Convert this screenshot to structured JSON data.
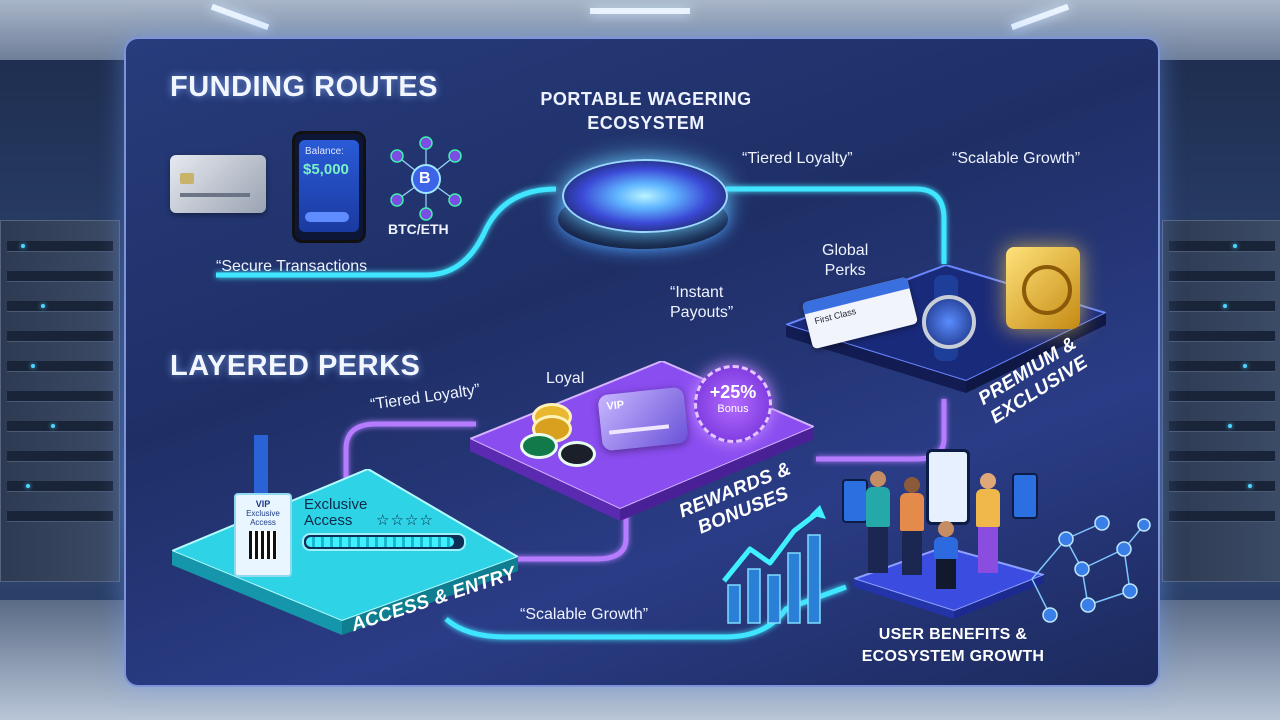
{
  "sections": {
    "funding_title": "FUNDING ROUTES",
    "layered_title": "LAYERED PERKS",
    "core_title_line1": "PORTABLE WAGERING",
    "core_title_line2": "ECOSYSTEM"
  },
  "funding": {
    "phone_balance_label": "Balance:",
    "phone_balance_value": "$5,000",
    "crypto_label": "BTC/ETH",
    "crypto_symbol": "B"
  },
  "quotes": {
    "tiered_loyalty_top": "“Tiered Loyalty”",
    "scalable_growth_top": "“Scalable Growth”",
    "secure_transactions": "“Secure Transactions",
    "instant_payouts_line1": "“Instant",
    "instant_payouts_line2": "Payouts”",
    "tiered_loyalty_mid": "“Tiered Loyalty”",
    "scalable_growth_bottom": "“Scalable Growth”"
  },
  "tiers": {
    "access": {
      "label": "ACCESS & ENTRY",
      "text_line1": "Exclusive",
      "text_line2": "Access",
      "stars": "☆☆☆☆",
      "badge_line1": "VIP",
      "badge_line2": "Exclusive",
      "badge_line3": "Access",
      "progress": 0.95
    },
    "rewards": {
      "label_line1": "REWARDS &",
      "label_line2": "BONUSES",
      "loyal_label": "Loyal",
      "card_label": "VIP",
      "bonus_value": "+25%",
      "bonus_label": "Bonus"
    },
    "premium": {
      "label_line1": "PREMIUM &",
      "label_line2": "EXCLUSIVE",
      "global_line1": "Global",
      "global_line2": "Perks",
      "ticket_text": "First Class"
    },
    "growth": {
      "label_line1": "USER BENEFITS &",
      "label_line2": "ECOSYSTEM GROWTH"
    }
  },
  "colors": {
    "cyan_path": "#3fe6ff",
    "purple_path": "#b57cff",
    "access_platform": "#2fd3e6",
    "rewards_platform": "#8a4df0",
    "premium_platform": "#2b3fa8",
    "panel_bg": "#22357a"
  },
  "icons": [
    "credit-card-icon",
    "phone-icon",
    "crypto-network-icon",
    "vip-badge-icon",
    "chips-icon",
    "vip-card-icon",
    "bonus-seal-icon",
    "ticket-icon",
    "watch-icon",
    "vault-icon",
    "growth-chart-icon",
    "network-icon",
    "users-icon"
  ]
}
